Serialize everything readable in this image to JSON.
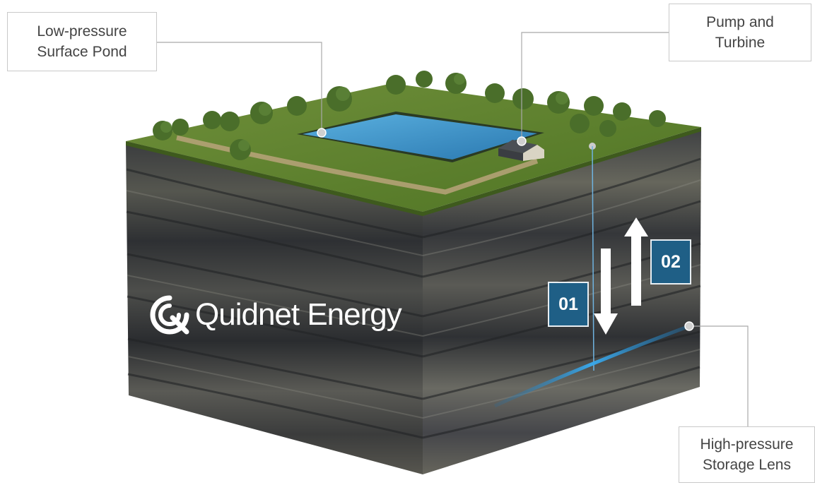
{
  "callouts": {
    "pond": {
      "line1": "Low-pressure",
      "line2": "Surface Pond"
    },
    "pump": {
      "line1": "Pump and",
      "line2": "Turbine"
    },
    "lens": {
      "line1": "High-pressure",
      "line2": "Storage Lens"
    }
  },
  "steps": {
    "down": "01",
    "up": "02"
  },
  "brand": {
    "name": "Quidnet Energy"
  },
  "colors": {
    "grass": "#5b7f2c",
    "water": "#3a8fc4",
    "rock_dark": "#34373a",
    "rock_light": "#6e6e68",
    "step_box": "#1f5f86",
    "lens": "#3aa7e8"
  },
  "icons": {
    "logo": "quidnet-logo-icon",
    "down_arrow": "down-arrow-icon",
    "up_arrow": "up-arrow-icon"
  }
}
